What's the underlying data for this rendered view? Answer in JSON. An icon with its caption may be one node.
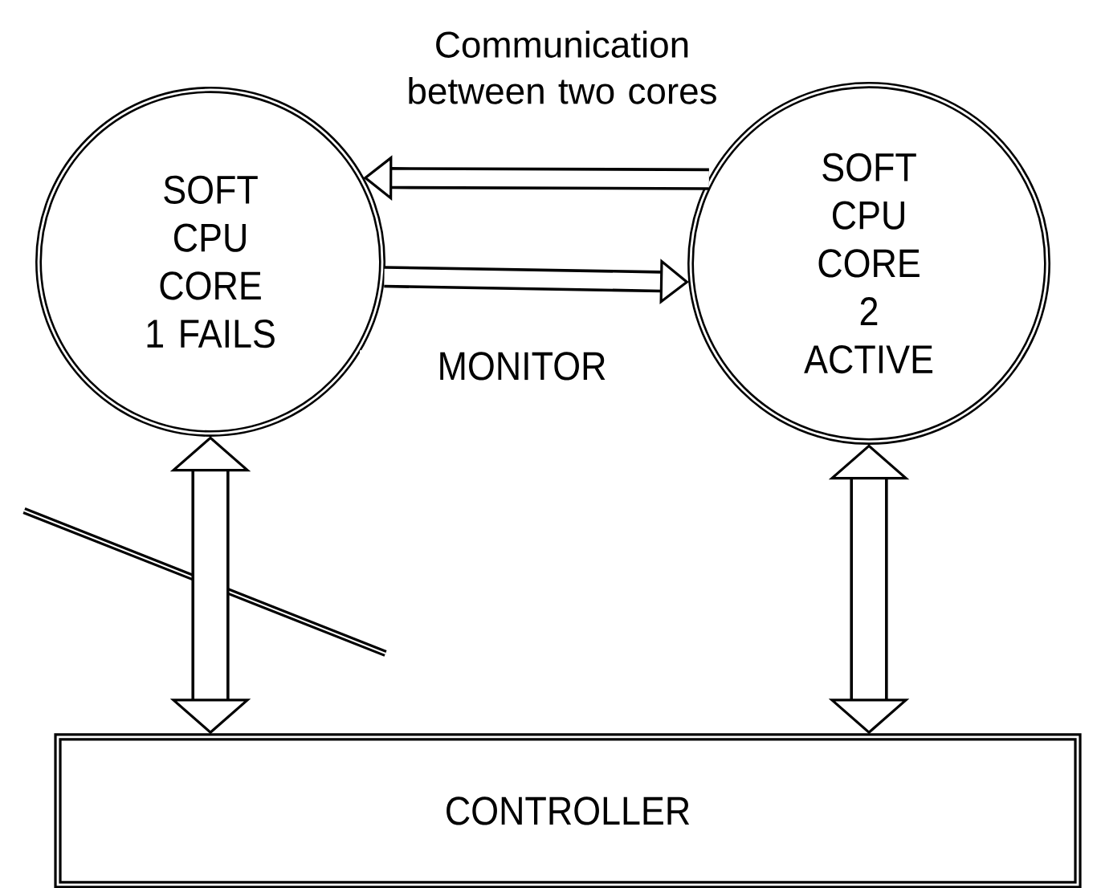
{
  "diagram": {
    "nodes": [
      {
        "text": [
          "SOFT CPU CORE 1 FAILS"
        ]
      },
      {
        "text": [
          "SOFT CPU CORE 2 ACTIVE"
        ]
      },
      {
        "text": [
          "CONTROLLER"
        ]
      }
    ],
    "edges": [
      {
        "from": 1,
        "to": 0,
        "arrow": "to",
        "label": "Communication between two cores"
      },
      {
        "from": 0,
        "to": 1,
        "arrow": "to",
        "label": "MONITOR"
      },
      {
        "from": 0,
        "to": 2,
        "arrow": "both"
      },
      {
        "from": 1,
        "to": 2,
        "arrow": "both"
      }
    ]
  }
}
